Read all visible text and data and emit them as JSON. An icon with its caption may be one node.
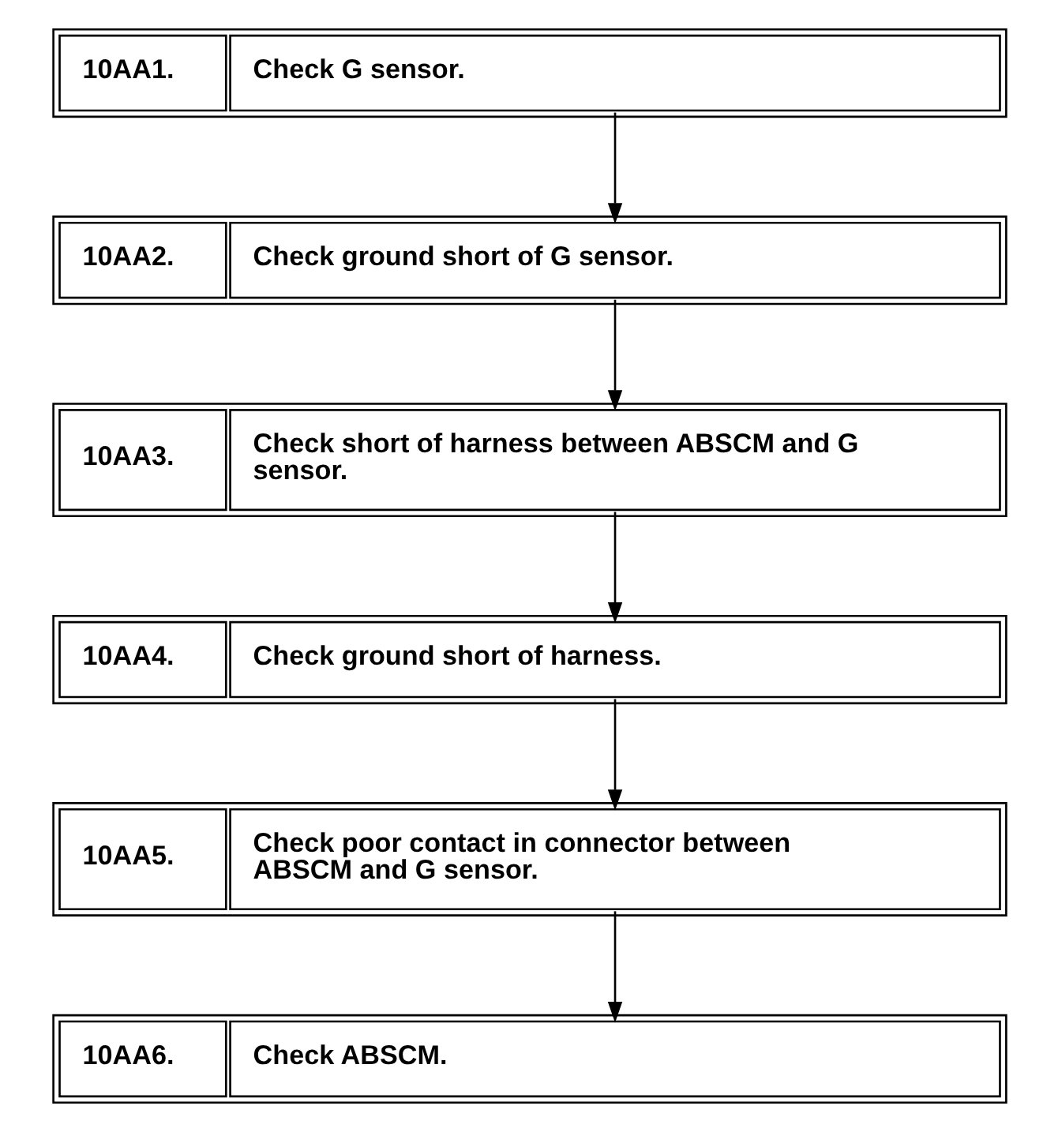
{
  "diagram": {
    "nodes": [
      {
        "text": [
          "10AA1.",
          "Check G sensor."
        ]
      },
      {
        "text": [
          "10AA2.",
          "Check ground short of G sensor."
        ]
      },
      {
        "text": [
          "10AA3.",
          "Check short of harness between ABSCM and G sensor."
        ]
      },
      {
        "text": [
          "10AA4.",
          "Check ground short of harness."
        ]
      },
      {
        "text": [
          "10AA5.",
          "Check poor contact in connector between ABSCM and G sensor."
        ]
      },
      {
        "text": [
          "10AA6.",
          "Check ABSCM."
        ]
      }
    ],
    "edges": [
      {
        "from": 0,
        "to": 1,
        "arrow": "to"
      },
      {
        "from": 1,
        "to": 2,
        "arrow": "to"
      },
      {
        "from": 2,
        "to": 3,
        "arrow": "to"
      },
      {
        "from": 3,
        "to": 4,
        "arrow": "to"
      },
      {
        "from": 4,
        "to": 5,
        "arrow": "to"
      }
    ]
  }
}
